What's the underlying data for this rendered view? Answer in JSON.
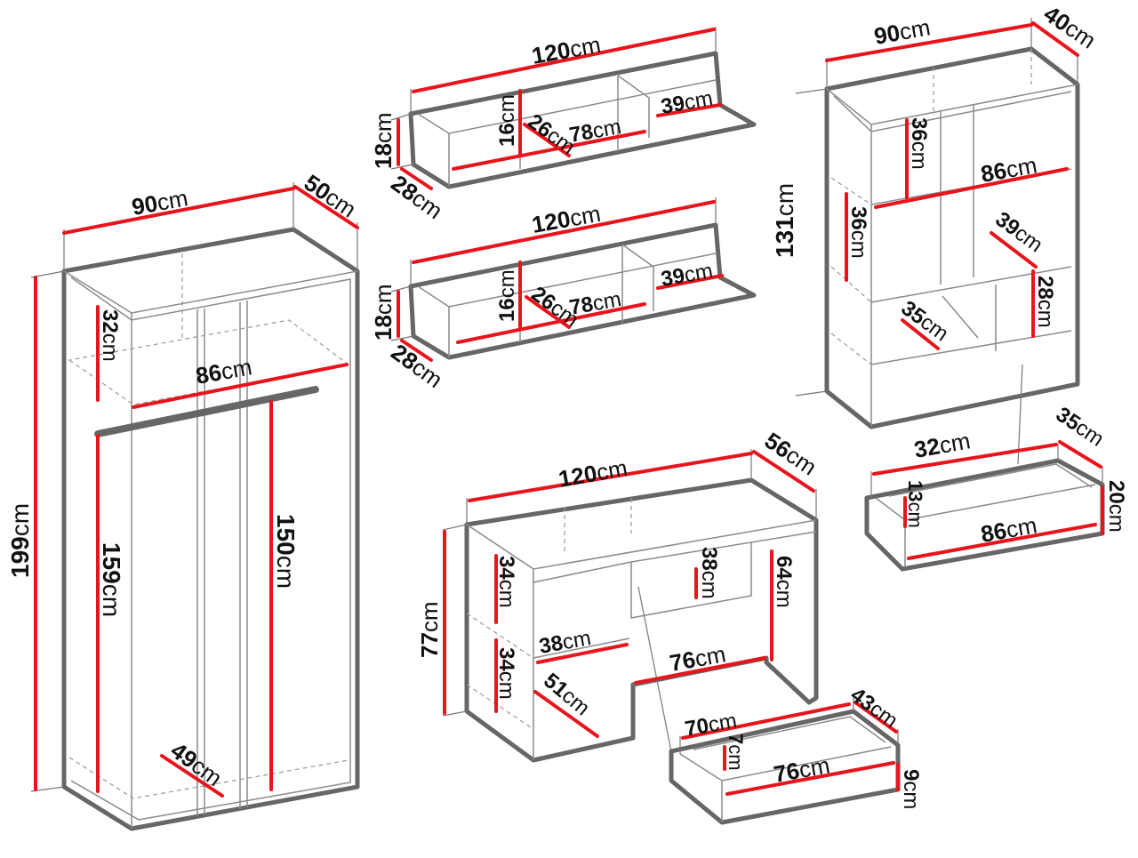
{
  "colors": {
    "dimension_line": "#e8141c",
    "outline": "#666666",
    "text": "#111111",
    "background": "#ffffff"
  },
  "wardrobe": {
    "width": {
      "num": "90",
      "unit": "cm"
    },
    "depth": {
      "num": "50",
      "unit": "cm"
    },
    "height": {
      "num": "199",
      "unit": "cm"
    },
    "top_shelf": {
      "num": "32",
      "unit": "cm"
    },
    "inner_width": {
      "num": "86",
      "unit": "cm"
    },
    "left_height": {
      "num": "159",
      "unit": "cm"
    },
    "right_height": {
      "num": "150",
      "unit": "cm"
    },
    "inner_depth": {
      "num": "49",
      "unit": "cm"
    }
  },
  "shelf_top": {
    "width": {
      "num": "120",
      "unit": "cm"
    },
    "height": {
      "num": "18",
      "unit": "cm"
    },
    "depth": {
      "num": "28",
      "unit": "cm"
    },
    "inner_height": {
      "num": "16",
      "unit": "cm"
    },
    "inner_depth": {
      "num": "26",
      "unit": "cm"
    },
    "inner_width": {
      "num": "78",
      "unit": "cm"
    },
    "side_width": {
      "num": "39",
      "unit": "cm"
    }
  },
  "shelf_bottom": {
    "width": {
      "num": "120",
      "unit": "cm"
    },
    "height": {
      "num": "18",
      "unit": "cm"
    },
    "depth": {
      "num": "28",
      "unit": "cm"
    },
    "inner_height": {
      "num": "16",
      "unit": "cm"
    },
    "inner_depth": {
      "num": "26",
      "unit": "cm"
    },
    "inner_width": {
      "num": "78",
      "unit": "cm"
    },
    "side_width": {
      "num": "39",
      "unit": "cm"
    }
  },
  "bookcase": {
    "width": {
      "num": "90",
      "unit": "cm"
    },
    "depth": {
      "num": "40",
      "unit": "cm"
    },
    "height": {
      "num": "131",
      "unit": "cm"
    },
    "top_compartment": {
      "num": "36",
      "unit": "cm"
    },
    "inner_width": {
      "num": "86",
      "unit": "cm"
    },
    "mid_compartment": {
      "num": "36",
      "unit": "cm"
    },
    "shelf_depth": {
      "num": "39",
      "unit": "cm"
    },
    "low_compartment": {
      "num": "28",
      "unit": "cm"
    },
    "low_depth": {
      "num": "35",
      "unit": "cm"
    }
  },
  "bookcase_drawer": {
    "width": {
      "num": "32",
      "unit": "cm"
    },
    "depth": {
      "num": "35",
      "unit": "cm"
    },
    "inner_height": {
      "num": "13",
      "unit": "cm"
    },
    "inner_width": {
      "num": "86",
      "unit": "cm"
    },
    "height": {
      "num": "20",
      "unit": "cm"
    }
  },
  "desk": {
    "width": {
      "num": "120",
      "unit": "cm"
    },
    "depth": {
      "num": "56",
      "unit": "cm"
    },
    "height": {
      "num": "77",
      "unit": "cm"
    },
    "upper_compartment": {
      "num": "34",
      "unit": "cm"
    },
    "lower_compartment": {
      "num": "34",
      "unit": "cm"
    },
    "compartment_width": {
      "num": "38",
      "unit": "cm"
    },
    "compartment_depth": {
      "num": "51",
      "unit": "cm"
    },
    "drawer_slot": {
      "num": "38",
      "unit": "cm"
    },
    "legroom_height": {
      "num": "64",
      "unit": "cm"
    },
    "legroom_width": {
      "num": "76",
      "unit": "cm"
    }
  },
  "desk_drawer": {
    "width": {
      "num": "70",
      "unit": "cm"
    },
    "depth": {
      "num": "43",
      "unit": "cm"
    },
    "inner_height": {
      "num": "7",
      "unit": "cm"
    },
    "inner_width": {
      "num": "76",
      "unit": "cm"
    },
    "height": {
      "num": "9",
      "unit": "cm"
    }
  }
}
